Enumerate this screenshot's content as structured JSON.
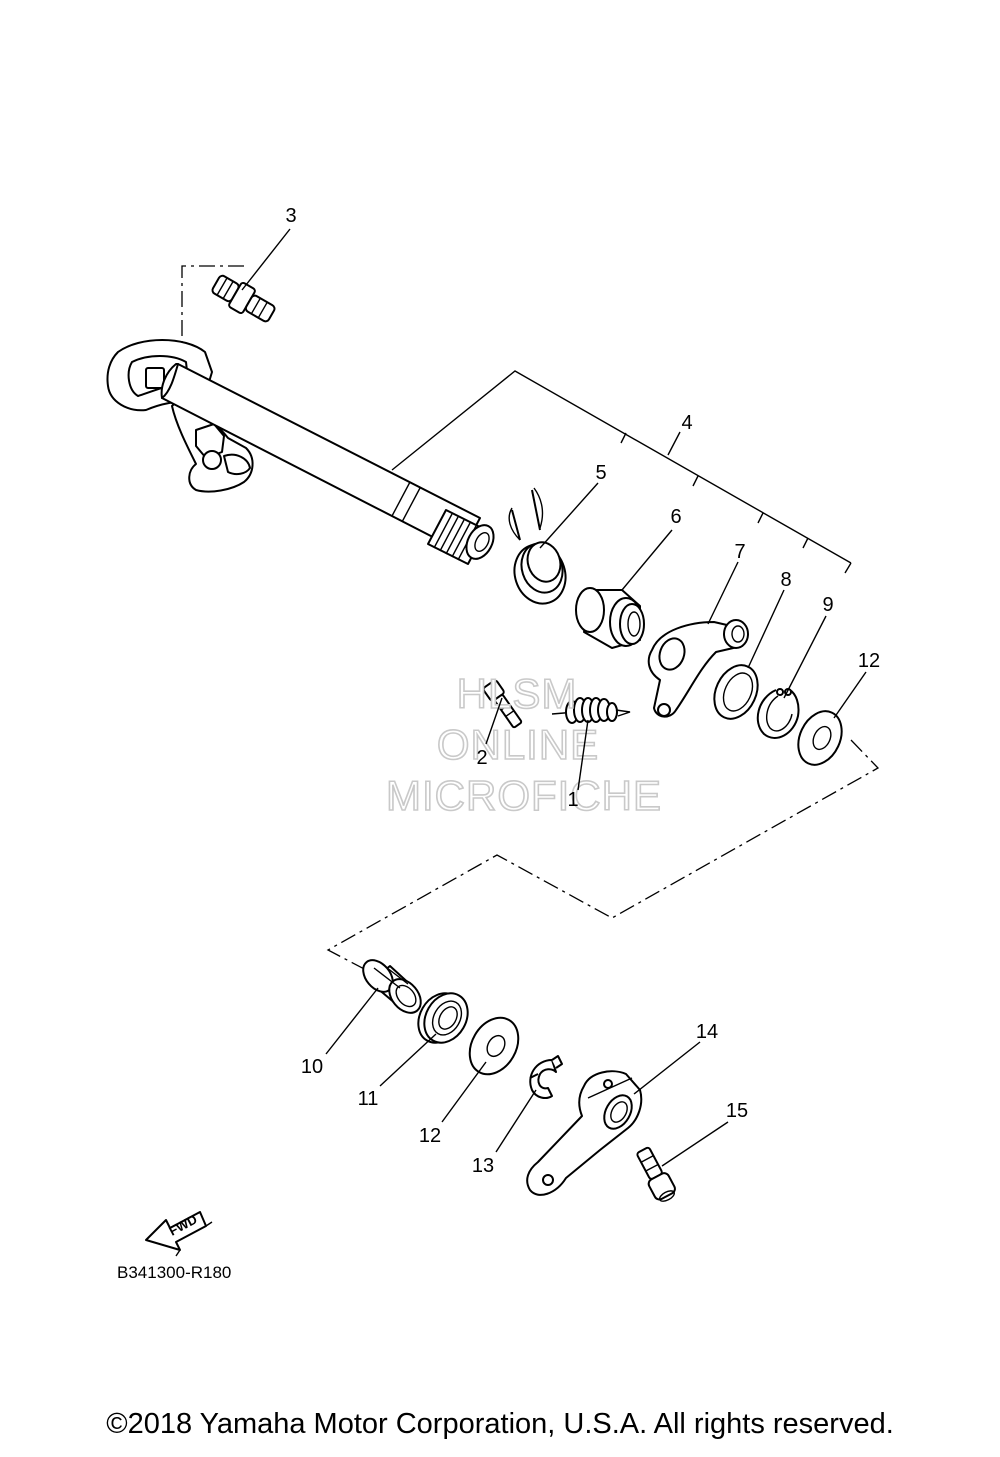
{
  "callouts": [
    "1",
    "2",
    "3",
    "4",
    "5",
    "6",
    "7",
    "8",
    "9",
    "10",
    "11",
    "12",
    "12",
    "13",
    "14",
    "15"
  ],
  "watermark": {
    "line1": "HLSM",
    "line2": "ONLINE",
    "line3": "MICROFICHE"
  },
  "fwd_label": "FWD",
  "ref_code": "B341300-R180",
  "copyright": "©2018 Yamaha Motor Corporation, U.S.A. All rights reserved."
}
